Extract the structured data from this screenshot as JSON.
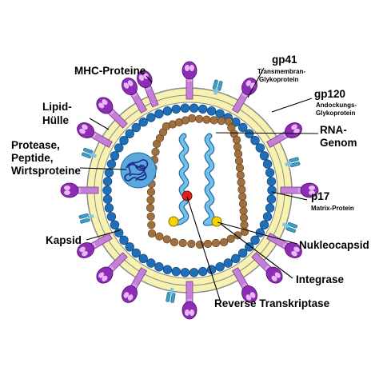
{
  "labels": {
    "mhc": "MHC-Proteine",
    "lipid_1": "Lipid-",
    "lipid_2": "Hülle",
    "protease_1": "Protease,",
    "protease_2": "Peptide,",
    "protease_3": "Wirtsproteine",
    "kapsid": "Kapsid",
    "gp41": "gp41",
    "gp41_sub_1": "Transmembran-",
    "gp41_sub_2": "Glykoprotein",
    "gp120": "gp120",
    "gp120_sub_1": "Andockungs-",
    "gp120_sub_2": "Glykoprotein",
    "rna_1": "RNA-",
    "rna_2": "Genom",
    "p17": "p17",
    "p17_sub": "Matrix-Protein",
    "nukleocapsid": "Nukleocapsid",
    "integrase": "Integrase",
    "rt": "Reverse Transkriptase"
  },
  "colors": {
    "envelope_fill": "#f7f2b0",
    "membrane_line": "#8a8a8a",
    "matrix_bead": "#1f6fb8",
    "capsid_bead": "#a0703e",
    "rna_strand": "#5fb4e6",
    "spike_knob": "#8e2cb7",
    "spike_stalk": "#dca3ea",
    "mhc_protein": "#3aa0c8",
    "protease_blob": "#5aa8dc",
    "integrase_dot": "#f5d300",
    "rt_dot": "#e0201b"
  },
  "icons": {
    "spike": "gp120-gp41-spike",
    "mhc": "mhc-protein-icon",
    "protease": "protease-cluster-icon"
  }
}
